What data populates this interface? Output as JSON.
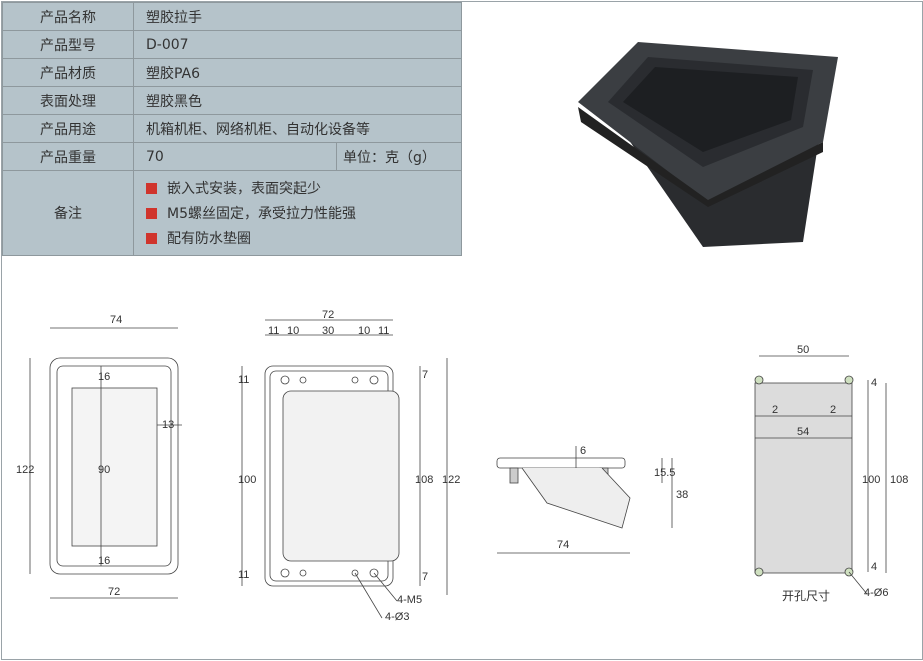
{
  "specs": [
    {
      "label": "产品名称",
      "value": "塑胶拉手"
    },
    {
      "label": "产品型号",
      "value": "D-007"
    },
    {
      "label": "产品材质",
      "value": "塑胶PA6"
    },
    {
      "label": "表面处理",
      "value": "塑胶黑色"
    },
    {
      "label": "产品用途",
      "value": "机箱机柜、网络机柜、自动化设备等"
    },
    {
      "label": "产品重量",
      "value": "70",
      "unit": "单位：克（g）"
    }
  ],
  "notes": {
    "label": "备注",
    "items": [
      "嵌入式安装，表面突起少",
      "M5螺丝固定，承受拉力性能强",
      "配有防水垫圈"
    ]
  },
  "colors": {
    "bullet": "#d0342c",
    "table_bg": "#b5c3ca"
  },
  "dims": {
    "front": {
      "w_top": "74",
      "w_bot": "72",
      "h": "122",
      "t1": "16",
      "mid": "90",
      "t2": "16",
      "side": "13"
    },
    "back": {
      "w": "72",
      "a": "11",
      "b": "10",
      "c": "30",
      "d": "10",
      "e": "11",
      "h100": "100",
      "h108": "108",
      "h122": "122",
      "top11": "11",
      "bot11": "11",
      "r7a": "7",
      "r7b": "7",
      "m5": "4-M5",
      "d3": "4-Ø3"
    },
    "side": {
      "t": "6",
      "h1": "15.5",
      "h2": "38",
      "w": "74"
    },
    "cut": {
      "w50": "50",
      "w54": "54",
      "g1": "2",
      "g2": "2",
      "r4a": "4",
      "r4b": "4",
      "h100": "100",
      "h108": "108",
      "holes": "4-Ø6",
      "caption": "开孔尺寸"
    }
  }
}
